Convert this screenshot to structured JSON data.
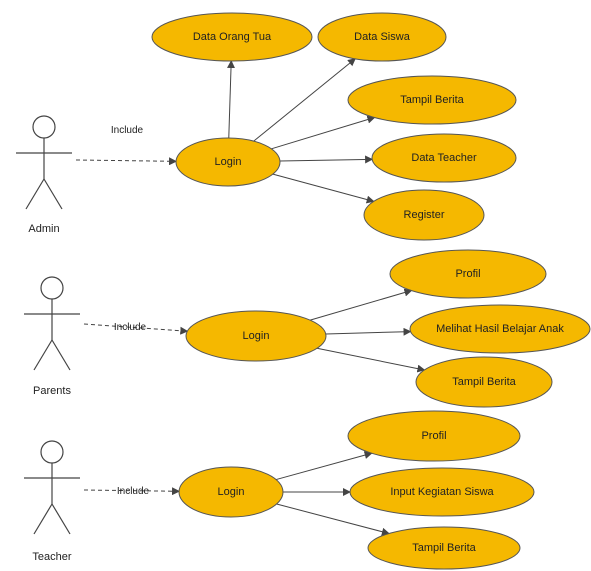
{
  "colors": {
    "usecase_fill": "#f5b800",
    "outline": "#555555",
    "line": "#444444"
  },
  "actors": [
    {
      "id": "admin",
      "label": "Admin"
    },
    {
      "id": "parents",
      "label": "Parents"
    },
    {
      "id": "teacher",
      "label": "Teacher"
    }
  ],
  "use_cases": [
    {
      "id": "login_admin",
      "label": "Login"
    },
    {
      "id": "data_orang_tua",
      "label": "Data Orang Tua"
    },
    {
      "id": "data_siswa",
      "label": "Data Siswa"
    },
    {
      "id": "tampil_berita_admin",
      "label": "Tampil Berita"
    },
    {
      "id": "data_teacher",
      "label": "Data Teacher"
    },
    {
      "id": "register",
      "label": "Register"
    },
    {
      "id": "login_parents",
      "label": "Login"
    },
    {
      "id": "profil_parents",
      "label": "Profil"
    },
    {
      "id": "melihat_hasil",
      "label": "Melihat Hasil Belajar Anak"
    },
    {
      "id": "tampil_berita_parents",
      "label": "Tampil Berita"
    },
    {
      "id": "login_teacher",
      "label": "Login"
    },
    {
      "id": "profil_teacher",
      "label": "Profil"
    },
    {
      "id": "input_kegiatan",
      "label": "Input Kegiatan Siswa"
    },
    {
      "id": "tampil_berita_teacher",
      "label": "Tampil Berita"
    }
  ],
  "relations": [
    {
      "from": "admin",
      "to": "login_admin",
      "style": "dashed",
      "label": "Include"
    },
    {
      "from": "login_admin",
      "to": "data_orang_tua",
      "style": "solid",
      "label": ""
    },
    {
      "from": "login_admin",
      "to": "data_siswa",
      "style": "solid",
      "label": ""
    },
    {
      "from": "login_admin",
      "to": "tampil_berita_admin",
      "style": "solid",
      "label": ""
    },
    {
      "from": "login_admin",
      "to": "data_teacher",
      "style": "solid",
      "label": ""
    },
    {
      "from": "login_admin",
      "to": "register",
      "style": "solid",
      "label": ""
    },
    {
      "from": "parents",
      "to": "login_parents",
      "style": "dashed",
      "label": "Include"
    },
    {
      "from": "login_parents",
      "to": "profil_parents",
      "style": "solid",
      "label": ""
    },
    {
      "from": "login_parents",
      "to": "melihat_hasil",
      "style": "solid",
      "label": ""
    },
    {
      "from": "login_parents",
      "to": "tampil_berita_parents",
      "style": "solid",
      "label": ""
    },
    {
      "from": "teacher",
      "to": "login_teacher",
      "style": "dashed",
      "label": "Include"
    },
    {
      "from": "login_teacher",
      "to": "profil_teacher",
      "style": "solid",
      "label": ""
    },
    {
      "from": "login_teacher",
      "to": "input_kegiatan",
      "style": "solid",
      "label": ""
    },
    {
      "from": "login_teacher",
      "to": "tampil_berita_teacher",
      "style": "solid",
      "label": ""
    }
  ]
}
